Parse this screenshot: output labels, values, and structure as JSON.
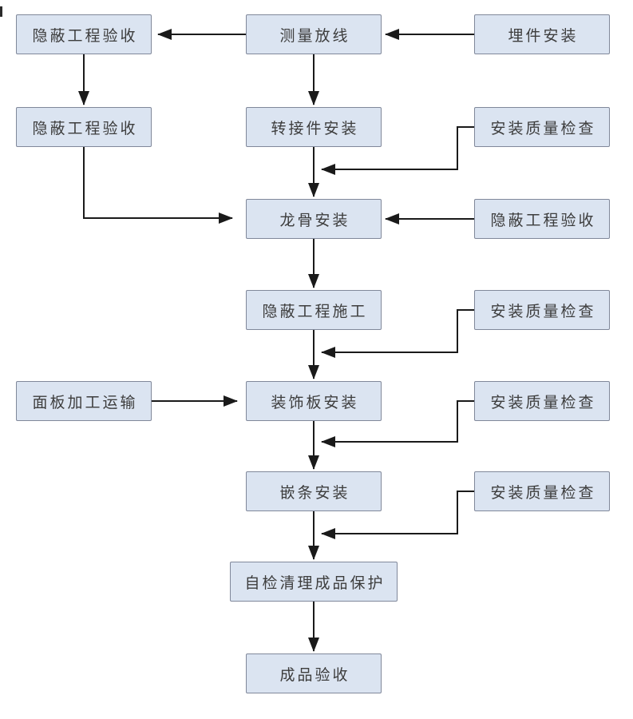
{
  "diagram": {
    "type": "flowchart",
    "direction": "top-down",
    "language": "zh-CN",
    "colors": {
      "background": "#ffffff",
      "node_fill": "#dbe4f1",
      "node_border": "#80889a",
      "node_text": "#3d3d3d",
      "connector": "#1a1a1a"
    },
    "nodes": [
      {
        "id": "concealed-work-acceptance-1",
        "label": "隐蔽工程验收"
      },
      {
        "id": "measurement-setting-out",
        "label": "测量放线"
      },
      {
        "id": "embedded-parts-installation",
        "label": "埋件安装"
      },
      {
        "id": "concealed-work-acceptance-2",
        "label": "隐蔽工程验收"
      },
      {
        "id": "adapter-installation",
        "label": "转接件安装"
      },
      {
        "id": "installation-quality-check-1",
        "label": "安装质量检查"
      },
      {
        "id": "keel-installation",
        "label": "龙骨安装"
      },
      {
        "id": "concealed-work-acceptance-3",
        "label": "隐蔽工程验收"
      },
      {
        "id": "concealed-work-construction",
        "label": "隐蔽工程施工"
      },
      {
        "id": "installation-quality-check-2",
        "label": "安装质量检查"
      },
      {
        "id": "panel-processing-transport",
        "label": "面板加工运输"
      },
      {
        "id": "decorative-panel-installation",
        "label": "装饰板安装"
      },
      {
        "id": "installation-quality-check-3",
        "label": "安装质量检查"
      },
      {
        "id": "trim-strip-installation",
        "label": "嵌条安装"
      },
      {
        "id": "installation-quality-check-4",
        "label": "安装质量检查"
      },
      {
        "id": "self-inspection-cleanup-product-protection",
        "label": "自检清理成品保护"
      },
      {
        "id": "finished-product-acceptance",
        "label": "成品验收"
      }
    ],
    "edges": [
      {
        "from": "measurement-setting-out",
        "to": "concealed-work-acceptance-1"
      },
      {
        "from": "embedded-parts-installation",
        "to": "measurement-setting-out"
      },
      {
        "from": "measurement-setting-out",
        "to": "adapter-installation"
      },
      {
        "from": "concealed-work-acceptance-1",
        "to": "concealed-work-acceptance-2"
      },
      {
        "from": "adapter-installation",
        "to": "keel-installation"
      },
      {
        "from": "installation-quality-check-1",
        "to": "keel-installation",
        "note": "joins main flow line"
      },
      {
        "from": "concealed-work-acceptance-2",
        "to": "keel-installation"
      },
      {
        "from": "concealed-work-acceptance-3",
        "to": "keel-installation"
      },
      {
        "from": "keel-installation",
        "to": "concealed-work-construction"
      },
      {
        "from": "installation-quality-check-2",
        "to": "decorative-panel-installation",
        "note": "joins main flow line"
      },
      {
        "from": "concealed-work-construction",
        "to": "decorative-panel-installation"
      },
      {
        "from": "panel-processing-transport",
        "to": "decorative-panel-installation"
      },
      {
        "from": "installation-quality-check-3",
        "to": "trim-strip-installation",
        "note": "joins main flow line"
      },
      {
        "from": "decorative-panel-installation",
        "to": "trim-strip-installation"
      },
      {
        "from": "installation-quality-check-4",
        "to": "self-inspection-cleanup-product-protection",
        "note": "joins main flow line"
      },
      {
        "from": "trim-strip-installation",
        "to": "self-inspection-cleanup-product-protection"
      },
      {
        "from": "self-inspection-cleanup-product-protection",
        "to": "finished-product-acceptance"
      }
    ]
  }
}
